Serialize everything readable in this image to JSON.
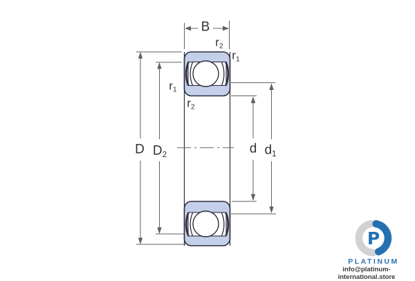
{
  "drawing": {
    "labels": {
      "B": "B",
      "D": "D",
      "D2": {
        "base": "D",
        "sub": "2"
      },
      "d": "d",
      "d1": {
        "base": "d",
        "sub": "1"
      },
      "r1": {
        "base": "r",
        "sub": "1"
      },
      "r2": {
        "base": "r",
        "sub": "2"
      }
    }
  },
  "logo": {
    "monogram": "P",
    "brand": "PLATINUM",
    "email": "info@platinum-international.store"
  },
  "colors": {
    "bearing_fill": "#c4cfe9",
    "outline": "#2d2d3d",
    "dim": "#5f5f5f",
    "logo_blue": "#2471b2",
    "logo_gray": "#d2d2d4",
    "brand_blue": "#2e74b5"
  }
}
